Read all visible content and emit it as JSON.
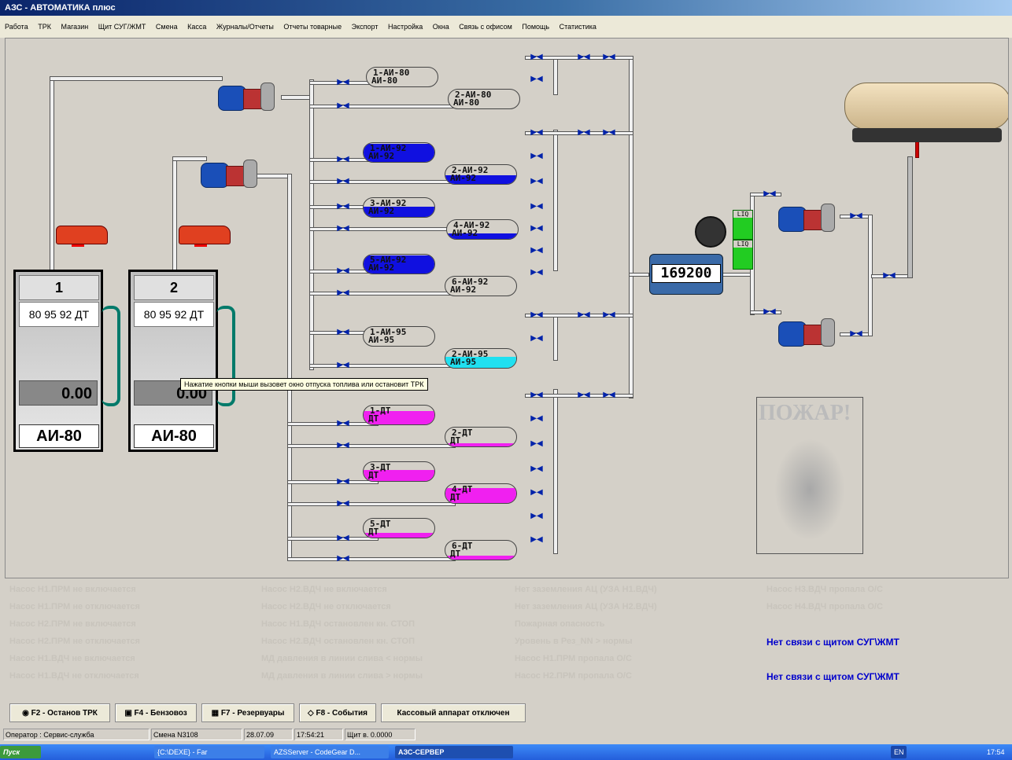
{
  "window": {
    "title": "АЗС - АВТОМАТИКА плюс"
  },
  "menu": [
    "Работа",
    "ТРК",
    "Магазин",
    "Щит СУГ/ЖМТ",
    "Смена",
    "Касса",
    "Журналы/Отчеты",
    "Отчеты товарные",
    "Экспорт",
    "Настройка",
    "Окна",
    "Связь с офисом",
    "Помощь",
    "Статистика"
  ],
  "dispensers": [
    {
      "number": "1",
      "fuels": "80 95 92 ДТ",
      "amount": "0.00",
      "fuel": "АИ-80"
    },
    {
      "number": "2",
      "fuels": "80 95 92 ДТ",
      "amount": "0.00",
      "fuel": "АИ-80"
    }
  ],
  "tooltip": "Нажатие кнопки мыши вызовет окно отпуска топлива или остановит ТРК",
  "tanks": [
    {
      "line1": "1-АИ-80",
      "line2": "АИ-80",
      "fill": 0.0,
      "color": "#c0c0c0"
    },
    {
      "line1": "2-АИ-80",
      "line2": "АИ-80",
      "fill": 0.0,
      "color": "#c0c0c0"
    },
    {
      "line1": "1-АИ-92",
      "line2": "АИ-92",
      "fill": 0.95,
      "color": "#1010e0"
    },
    {
      "line1": "2-АИ-92",
      "line2": "АИ-92",
      "fill": 0.45,
      "color": "#1010e0"
    },
    {
      "line1": "3-АИ-92",
      "line2": "АИ-92",
      "fill": 0.55,
      "color": "#1010e0"
    },
    {
      "line1": "4-АИ-92",
      "line2": "АИ-92",
      "fill": 0.3,
      "color": "#1010e0"
    },
    {
      "line1": "5-АИ-92",
      "line2": "АИ-92",
      "fill": 0.95,
      "color": "#1010e0"
    },
    {
      "line1": "6-АИ-92",
      "line2": "АИ-92",
      "fill": 0.0,
      "color": "#c0c0c0"
    },
    {
      "line1": "1-АИ-95",
      "line2": "АИ-95",
      "fill": 0.0,
      "color": "#c0c0c0"
    },
    {
      "line1": "2-АИ-95",
      "line2": "АИ-95",
      "fill": 0.6,
      "color": "#20e0f0"
    },
    {
      "line1": "1-ДТ",
      "line2": "ДТ",
      "fill": 0.7,
      "color": "#f020f0"
    },
    {
      "line1": "2-ДТ",
      "line2": "ДТ",
      "fill": 0.15,
      "color": "#f020f0"
    },
    {
      "line1": "3-ДТ",
      "line2": "ДТ",
      "fill": 0.6,
      "color": "#f020f0"
    },
    {
      "line1": "4-ДТ",
      "line2": "ДТ",
      "fill": 0.8,
      "color": "#f020f0"
    },
    {
      "line1": "5-ДТ",
      "line2": "ДТ",
      "fill": 0.25,
      "color": "#f020f0"
    },
    {
      "line1": "6-ДТ",
      "line2": "ДТ",
      "fill": 0.2,
      "color": "#f020f0"
    }
  ],
  "meter": {
    "value": "169200"
  },
  "liq_labels": [
    "LIQ",
    "LIQ"
  ],
  "fire": {
    "label": "ПОЖАР!"
  },
  "alarms": [
    [
      "Насос Н1.ПРМ не включается",
      "Насос Н1.ПРМ не отключается",
      "Насос Н2.ПРМ не включается",
      "Насос Н2.ПРМ не отключается",
      "Насос Н1.ВДЧ не включается",
      "Насос Н1.ВДЧ не отключается"
    ],
    [
      "Насос Н2.ВДЧ не включается",
      "Насос Н2.ВДЧ не отключается",
      "Насос Н1.ВДЧ остановлен кн. СТОП",
      "Насос Н2.ВДЧ остановлен кн. СТОП",
      "МД давления в линии слива < нормы",
      "МД давления в линии слива > нормы"
    ],
    [
      "Нет заземления АЦ (УЗА Н1.ВДЧ)",
      "Нет заземления АЦ (УЗА Н2.ВДЧ)",
      "Пожарная опасность",
      "Уровень в Рез_NN > нормы",
      "Насос Н1.ПРМ пропала О/С",
      "Насос Н2.ПРМ пропала О/С"
    ],
    [
      "Насос Н3.ВДЧ пропала О/С",
      "Насос Н4.ВДЧ пропала О/С",
      "",
      "Нет связи с щитом СУГ\\ЖМТ",
      "",
      "Нет связи с щитом СУГ\\ЖМТ"
    ]
  ],
  "buttons": [
    {
      "label": "◉ F2 - Останов ТРК"
    },
    {
      "label": "▣ F4 - Бензовоз"
    },
    {
      "label": "▦ F7 - Резервуары"
    },
    {
      "label": "◇ F8 - События"
    },
    {
      "label": "Кассовый аппарат отключен"
    }
  ],
  "status": {
    "operator": "Оператор : Сервис-служба",
    "shift": "Смена N3108",
    "date": "28.07.09",
    "time": "17:54:21",
    "panel": "Щит в. 0.0000"
  },
  "taskbar": {
    "start": "Пуск",
    "items": [
      "{C:\\DEXE} - Far",
      "AZSServer - CodeGear D...",
      "АЗС-СЕРВЕР"
    ],
    "lang": "EN",
    "clock": "17:54"
  }
}
